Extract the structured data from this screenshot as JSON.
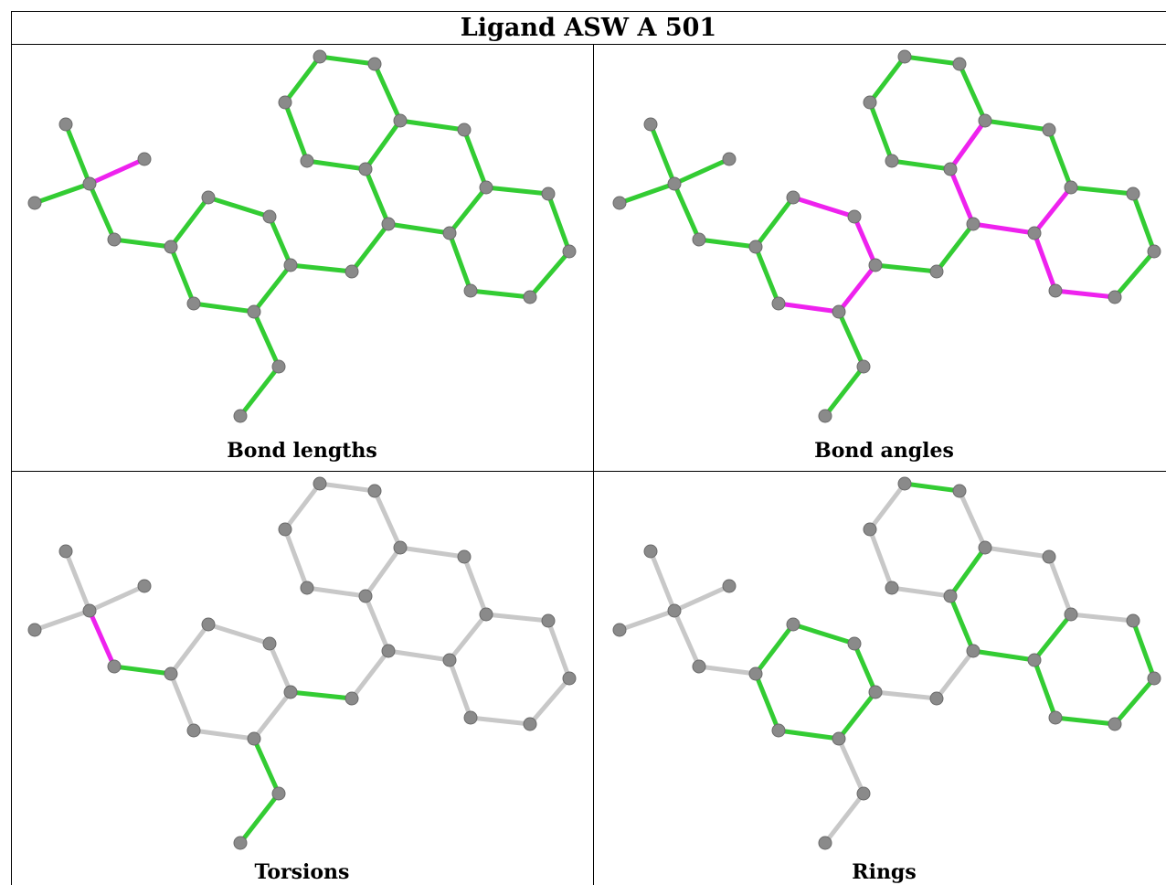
{
  "title": "Ligand ASW A 501",
  "colors": {
    "green": "#33cc33",
    "magenta": "#ee22ee",
    "grey": "#c8c8c8",
    "atom": "#8a8a8a"
  },
  "panels": [
    {
      "caption": "Bond lengths",
      "default_color": "green",
      "highlight": {
        "magenta": [
          [
            0,
            3
          ]
        ]
      }
    },
    {
      "caption": "Bond angles",
      "default_color": "green",
      "highlight": {
        "magenta": [
          [
            7,
            8
          ],
          [
            8,
            9
          ],
          [
            9,
            10
          ],
          [
            10,
            11
          ],
          [
            11,
            12
          ],
          [
            16,
            17
          ],
          [
            17,
            18
          ],
          [
            18,
            19
          ],
          [
            19,
            20
          ],
          [
            20,
            23
          ],
          [
            23,
            16
          ],
          [
            24,
            25
          ],
          [
            19,
            24
          ]
        ]
      }
    },
    {
      "caption": "Torsions",
      "default_color": "grey",
      "highlight": {
        "magenta": [
          [
            0,
            5
          ]
        ],
        "green": [
          [
            5,
            6
          ],
          [
            9,
            13
          ],
          [
            10,
            14
          ],
          [
            14,
            15
          ]
        ]
      }
    },
    {
      "caption": "Rings",
      "default_color": "grey",
      "highlight": {
        "green": [
          [
            6,
            7
          ],
          [
            7,
            8
          ],
          [
            8,
            9
          ],
          [
            9,
            10
          ],
          [
            10,
            11
          ],
          [
            11,
            6
          ],
          [
            16,
            17
          ],
          [
            17,
            18
          ],
          [
            18,
            19
          ],
          [
            19,
            20
          ],
          [
            20,
            23
          ],
          [
            23,
            16
          ],
          [
            19,
            24
          ],
          [
            24,
            25
          ],
          [
            25,
            26
          ],
          [
            26,
            27
          ],
          [
            27,
            28
          ],
          [
            28,
            20
          ],
          [
            17,
            21
          ],
          [
            21,
            22
          ],
          [
            22,
            29
          ],
          [
            29,
            30
          ],
          [
            30,
            18
          ]
        ]
      }
    }
  ]
}
